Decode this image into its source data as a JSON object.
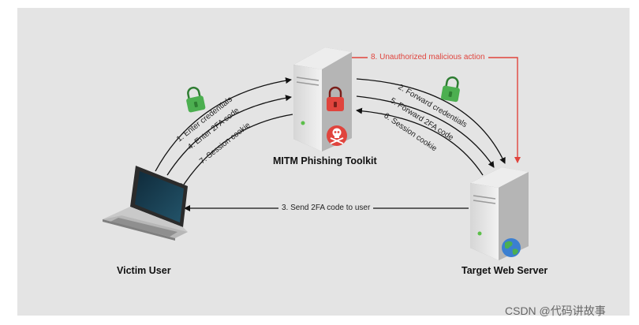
{
  "nodes": {
    "victim": "Victim User",
    "mitm": "MITM Phishing Toolkit",
    "server": "Target Web Server"
  },
  "edges": {
    "e1": "1. Enter credentials",
    "e2": "2. Forward credentials",
    "e3": "3. Send 2FA code to user",
    "e4": "4. Enter 2FA code",
    "e5": "5. Forward 2FA code",
    "e6": "6. Session cookie",
    "e7": "7. Session cookie",
    "e8": "8. Unauthorized malicious action"
  },
  "watermark": "CSDN @代码讲故事",
  "colors": {
    "background": "#e4e4e4",
    "arrow": "#111111",
    "malicious": "#e0443d",
    "lock_green": "#4caf50",
    "lock_red": "#e0443d"
  },
  "icons": [
    "laptop-icon",
    "server-icon",
    "lock-icon",
    "skull-crossbones-icon",
    "globe-icon"
  ]
}
